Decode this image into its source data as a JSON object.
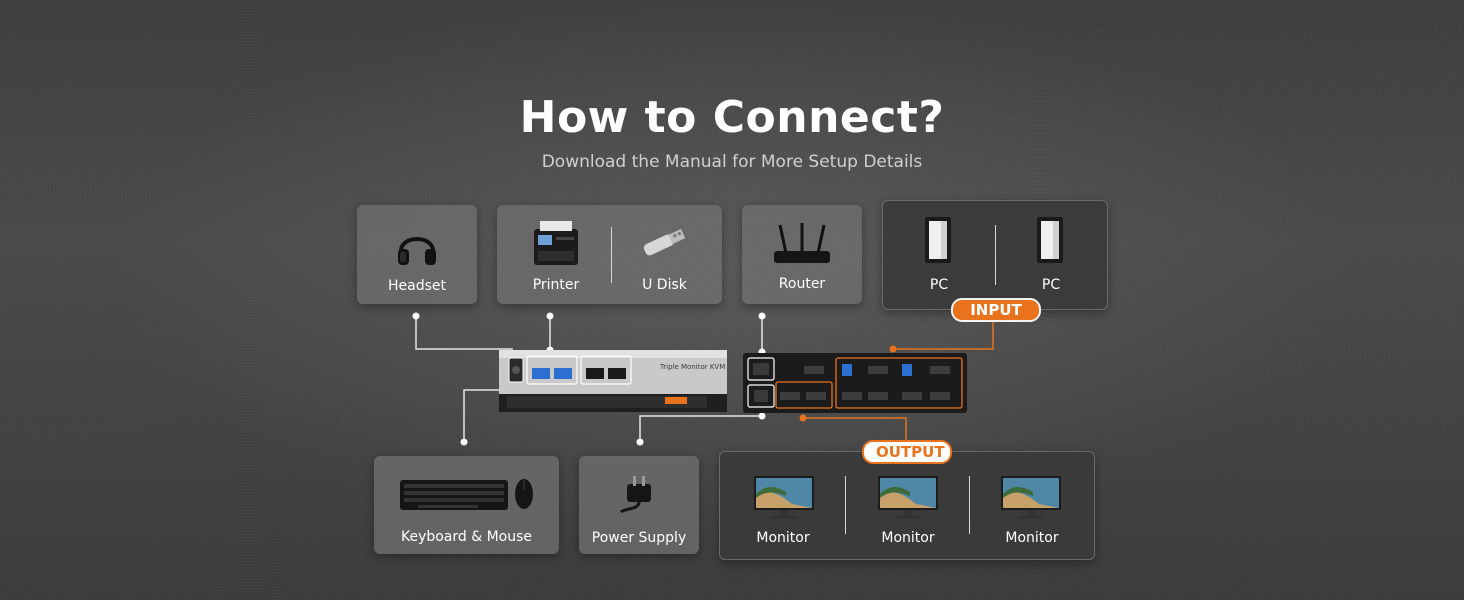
{
  "header": {
    "title": "How to Connect?",
    "subtitle": "Download the Manual for More Setup Details"
  },
  "peripherals_top": {
    "headset": "Headset",
    "printer": "Printer",
    "udisk": "U Disk",
    "router": "Router",
    "pc1": "PC",
    "pc2": "PC"
  },
  "peripherals_bottom": {
    "keyboard_mouse": "Keyboard & Mouse",
    "power_supply": "Power Supply",
    "monitor1": "Monitor",
    "monitor2": "Monitor",
    "monitor3": "Monitor"
  },
  "tags": {
    "input": "INPUT",
    "output": "OUTPUT"
  },
  "device": {
    "front_label": "Triple Monitor KVM"
  },
  "colors": {
    "accent": "#e8731c",
    "card": "#6e6e6e",
    "text": "#ffffff"
  }
}
